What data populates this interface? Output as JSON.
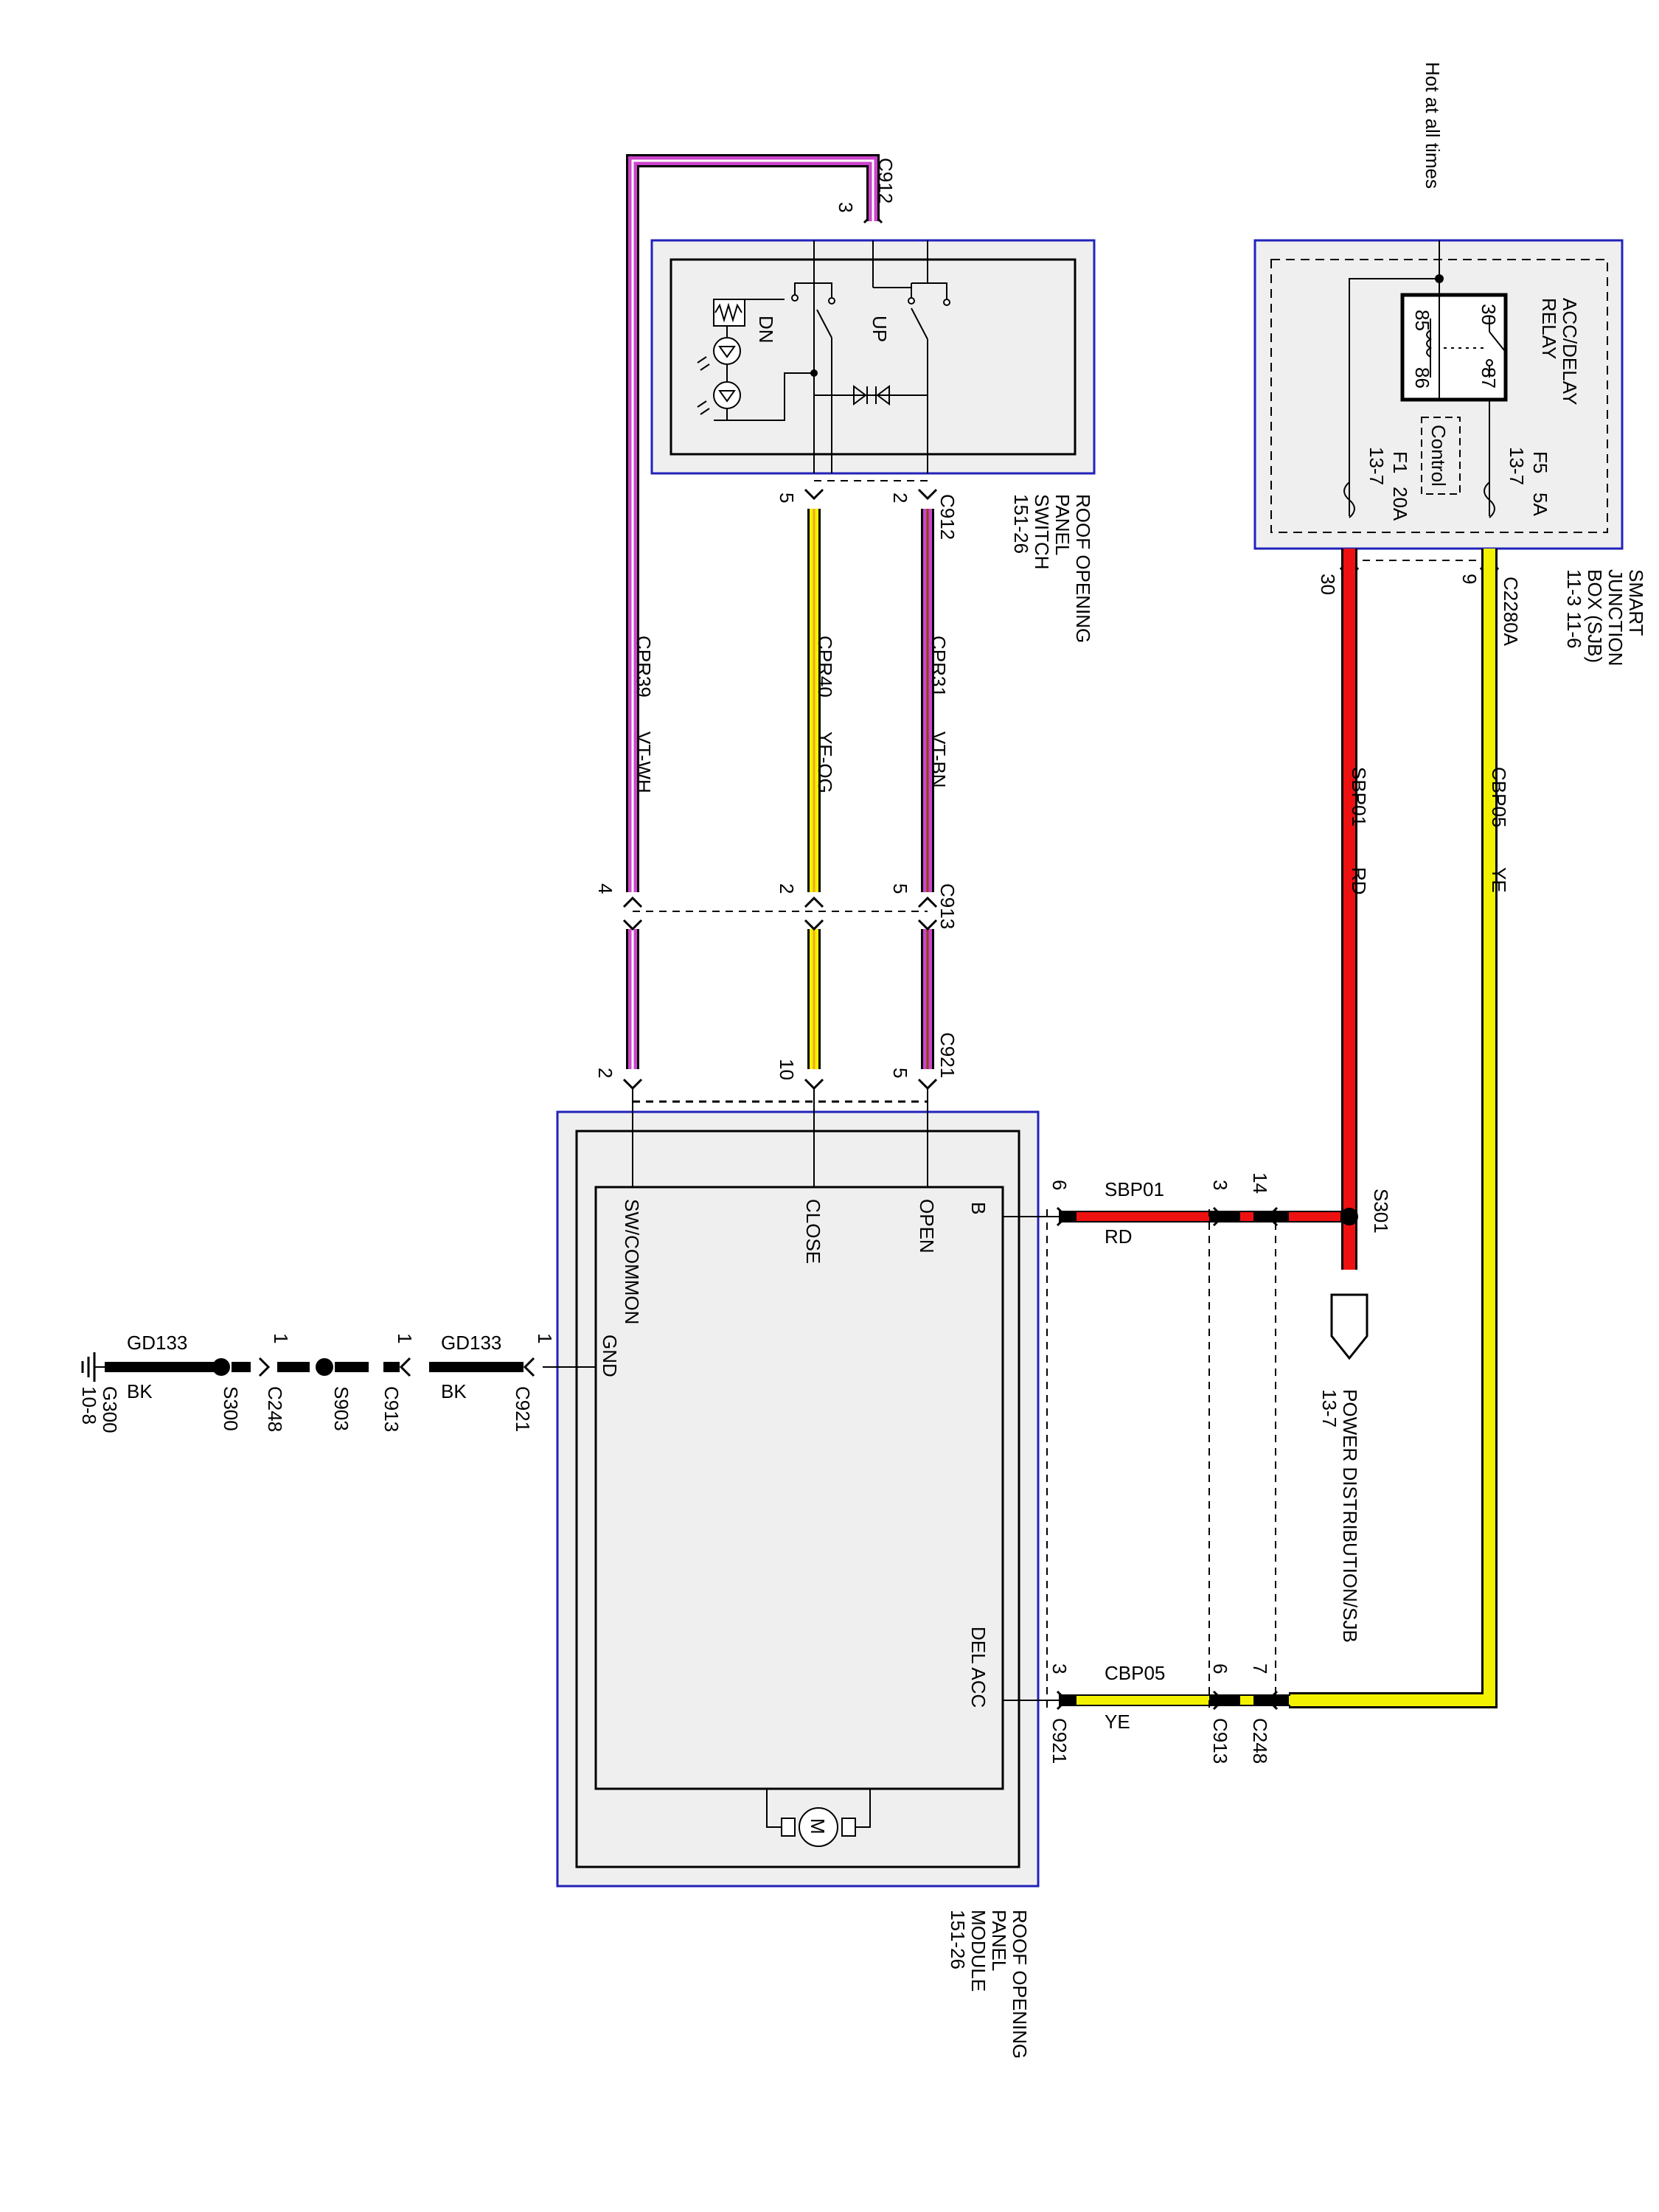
{
  "hot_label": "Hot at all times",
  "sjb": {
    "title": [
      "SMART",
      "JUNCTION",
      "BOX (SJB)",
      "11-3   11-6"
    ],
    "relay_title": [
      "ACC/DELAY",
      "RELAY"
    ],
    "relay_pins": {
      "p30": "30",
      "p85": "85",
      "p86": "86",
      "p87": "87"
    },
    "control_label": "Control",
    "fuse_f1": {
      "name": "F1",
      "rating": "20A",
      "ref": "13-7"
    },
    "fuse_f5": {
      "name": "F5",
      "rating": "5A",
      "ref": "13-7"
    },
    "connector": "C2280A",
    "pin_9": "9",
    "pin_30": "30"
  },
  "switch": {
    "title": [
      "ROOF OPENING",
      "PANEL",
      "SWITCH",
      "151-26"
    ],
    "label_up": "UP",
    "label_dn": "DN",
    "connector_top": "C912",
    "pin_top": "3",
    "connector_bottom": "C912",
    "pin_2": "2",
    "pin_5": "5"
  },
  "module": {
    "title": [
      "ROOF OPENING",
      "PANEL",
      "MODULE",
      "151-26"
    ],
    "labels": {
      "b": "B",
      "open": "OPEN",
      "close": "CLOSE",
      "sw_common": "SW/COMMON",
      "gnd": "GND",
      "del_acc": "DEL ACC",
      "motor": "M"
    }
  },
  "circuits": {
    "cpr31": {
      "name": "CPR31",
      "color": "VT-BN"
    },
    "cpr40": {
      "name": "CPR40",
      "color": "YE-OG"
    },
    "cpr39": {
      "name": "CPR39",
      "color": "VT-WH"
    },
    "sbp01_vert": {
      "name": "SBP01",
      "color": "RD"
    },
    "cbp05_vert": {
      "name": "CBP05",
      "color": "YE"
    },
    "sbp01_h": {
      "name": "SBP01",
      "color": "RD"
    },
    "cbp05_h": {
      "name": "CBP05",
      "color": "YE"
    },
    "gd133_a": {
      "name": "GD133",
      "color": "BK"
    },
    "gd133_b": {
      "name": "GD133",
      "color": "BK"
    }
  },
  "connectors": {
    "c913_top": {
      "name": "C913",
      "pins": [
        "5",
        "2",
        "4"
      ]
    },
    "c921_top": {
      "name": "C921",
      "pins": [
        "5",
        "10",
        "2"
      ]
    },
    "c921_b_pin": "6",
    "c913_b_pin": "3",
    "c248_b_pin": "14",
    "c921_del": {
      "name": "C921",
      "pin": "3"
    },
    "c913_del": {
      "name": "C913",
      "pin": "6"
    },
    "c248_del": {
      "name": "C248",
      "pin": "7"
    }
  },
  "splices": {
    "s301": "S301",
    "s300": "S300",
    "s903": "S903"
  },
  "power_dist": {
    "label": "POWER DISTRIBUTION/SJB",
    "ref": "13-7"
  },
  "ground_chain": {
    "c921": {
      "name": "C921",
      "pin": "1"
    },
    "c913": {
      "name": "C913",
      "pin": "1"
    },
    "c248": {
      "name": "C248",
      "pin": "1"
    },
    "ground": {
      "name": "G300",
      "ref": "10-8"
    }
  },
  "colors": {
    "violet": "#CC44CC",
    "brown": "#8B4513",
    "yellow": "#F2F200",
    "orange": "#F5A623",
    "white": "#FFFFFF",
    "red": "#EE1111",
    "black": "#000000",
    "box_blue": "#2222BB",
    "box_fill": "#EFEFEF"
  }
}
